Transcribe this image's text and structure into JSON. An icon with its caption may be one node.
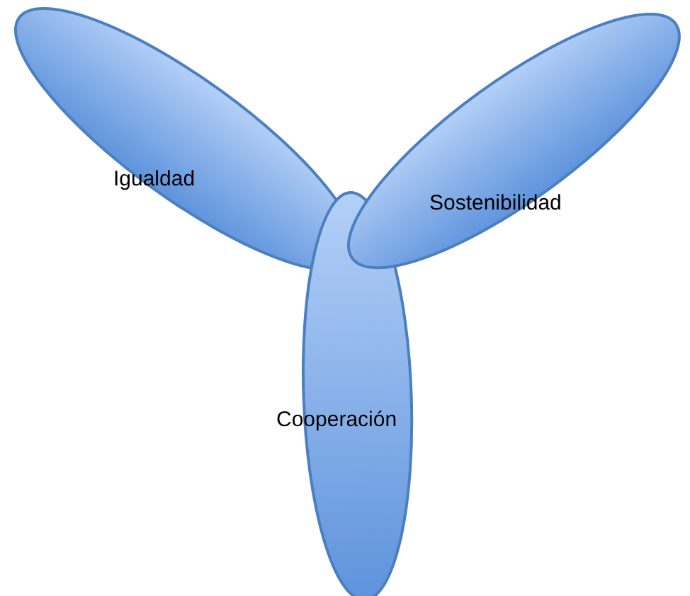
{
  "diagram": {
    "nodes": [
      {
        "text": [
          "Igualdad"
        ]
      },
      {
        "text": [
          "Sostenibilidad"
        ]
      },
      {
        "text": [
          "Cooperación"
        ]
      }
    ]
  }
}
